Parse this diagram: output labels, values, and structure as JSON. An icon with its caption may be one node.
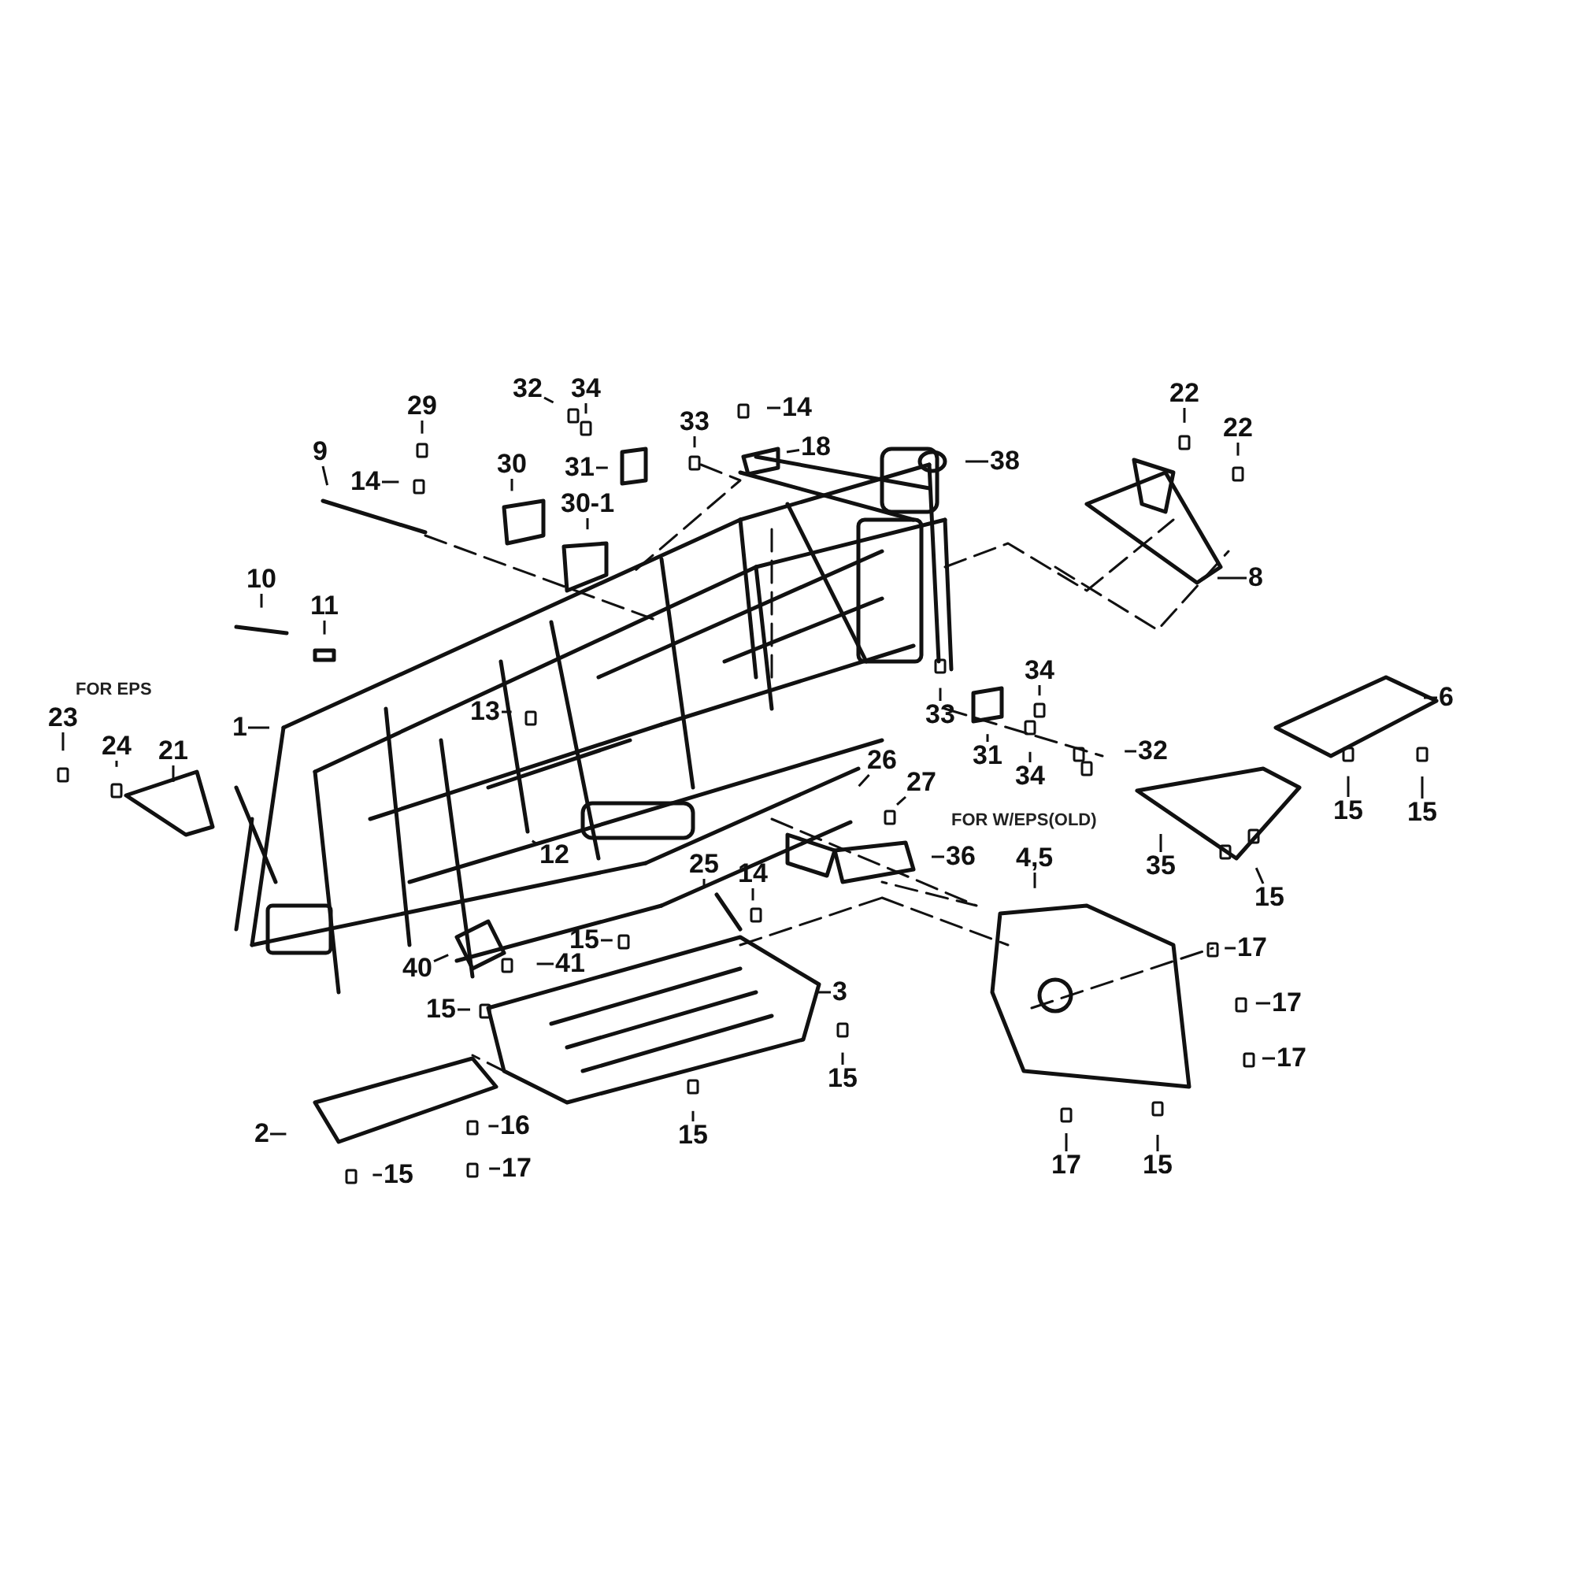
{
  "diagram": {
    "nodes": [
      {
        "text": [
          "29"
        ]
      },
      {
        "text": [
          "9"
        ]
      },
      {
        "text": [
          "14"
        ]
      },
      {
        "text": [
          "30"
        ]
      },
      {
        "text": [
          "32"
        ]
      },
      {
        "text": [
          "34"
        ]
      },
      {
        "text": [
          "31"
        ]
      },
      {
        "text": [
          "33"
        ]
      },
      {
        "text": [
          "30-1"
        ]
      },
      {
        "text": [
          "14"
        ]
      },
      {
        "text": [
          "18"
        ]
      },
      {
        "text": [
          "38"
        ]
      },
      {
        "text": [
          "22"
        ]
      },
      {
        "text": [
          "22"
        ]
      },
      {
        "text": [
          "8"
        ]
      },
      {
        "text": [
          "10"
        ]
      },
      {
        "text": [
          "11"
        ]
      },
      {
        "text": [
          "23"
        ]
      },
      {
        "text": [
          "24"
        ]
      },
      {
        "text": [
          "21"
        ]
      },
      {
        "text": [
          "1"
        ]
      },
      {
        "text": [
          "13"
        ]
      },
      {
        "text": [
          "12"
        ]
      },
      {
        "text": [
          "33"
        ]
      },
      {
        "text": [
          "31"
        ]
      },
      {
        "text": [
          "34"
        ]
      },
      {
        "text": [
          "34"
        ]
      },
      {
        "text": [
          "32"
        ]
      },
      {
        "text": [
          "6"
        ]
      },
      {
        "text": [
          "26"
        ]
      },
      {
        "text": [
          "27"
        ]
      },
      {
        "text": [
          "36"
        ]
      },
      {
        "text": [
          "4,5"
        ]
      },
      {
        "text": [
          "35"
        ]
      },
      {
        "text": [
          "15"
        ]
      },
      {
        "text": [
          "15"
        ]
      },
      {
        "text": [
          "15"
        ]
      },
      {
        "text": [
          "25"
        ]
      },
      {
        "text": [
          "14"
        ]
      },
      {
        "text": [
          "15"
        ]
      },
      {
        "text": [
          "3"
        ]
      },
      {
        "text": [
          "15"
        ]
      },
      {
        "text": [
          "40"
        ]
      },
      {
        "text": [
          "41"
        ]
      },
      {
        "text": [
          "15"
        ]
      },
      {
        "text": [
          "15"
        ]
      },
      {
        "text": [
          "2"
        ]
      },
      {
        "text": [
          "16"
        ]
      },
      {
        "text": [
          "17"
        ]
      },
      {
        "text": [
          "15"
        ]
      },
      {
        "text": [
          "17"
        ]
      },
      {
        "text": [
          "17"
        ]
      },
      {
        "text": [
          "17"
        ]
      },
      {
        "text": [
          "17"
        ]
      },
      {
        "text": [
          "15"
        ]
      }
    ],
    "edges": [
      {
        "from": 0,
        "to": null,
        "arrow": "none"
      },
      {
        "from": 1,
        "to": null,
        "arrow": "none"
      },
      {
        "from": 2,
        "to": null,
        "arrow": "none"
      },
      {
        "from": 3,
        "to": null,
        "arrow": "none"
      },
      {
        "from": 4,
        "to": null,
        "arrow": "none"
      },
      {
        "from": 5,
        "to": null,
        "arrow": "none"
      },
      {
        "from": 6,
        "to": null,
        "arrow": "none"
      },
      {
        "from": 7,
        "to": null,
        "arrow": "none"
      },
      {
        "from": 8,
        "to": null,
        "arrow": "none"
      },
      {
        "from": 9,
        "to": null,
        "arrow": "none"
      },
      {
        "from": 10,
        "to": null,
        "arrow": "none"
      },
      {
        "from": 11,
        "to": null,
        "arrow": "none"
      },
      {
        "from": 12,
        "to": null,
        "arrow": "none"
      },
      {
        "from": 13,
        "to": null,
        "arrow": "none"
      },
      {
        "from": 14,
        "to": null,
        "arrow": "none"
      },
      {
        "from": 15,
        "to": null,
        "arrow": "none"
      },
      {
        "from": 16,
        "to": null,
        "arrow": "none"
      },
      {
        "from": 17,
        "to": null,
        "arrow": "none"
      },
      {
        "from": 18,
        "to": null,
        "arrow": "none"
      },
      {
        "from": 19,
        "to": null,
        "arrow": "none"
      },
      {
        "from": 20,
        "to": null,
        "arrow": "none"
      },
      {
        "from": 21,
        "to": null,
        "arrow": "none"
      },
      {
        "from": 22,
        "to": null,
        "arrow": "none"
      },
      {
        "from": 23,
        "to": null,
        "arrow": "none"
      },
      {
        "from": 24,
        "to": null,
        "arrow": "none"
      },
      {
        "from": 25,
        "to": null,
        "arrow": "none"
      },
      {
        "from": 26,
        "to": null,
        "arrow": "none"
      },
      {
        "from": 27,
        "to": null,
        "arrow": "none"
      },
      {
        "from": 28,
        "to": null,
        "arrow": "none"
      },
      {
        "from": 29,
        "to": null,
        "arrow": "none"
      },
      {
        "from": 30,
        "to": null,
        "arrow": "none"
      },
      {
        "from": 31,
        "to": null,
        "arrow": "none"
      },
      {
        "from": 32,
        "to": null,
        "arrow": "none"
      },
      {
        "from": 33,
        "to": null,
        "arrow": "none"
      },
      {
        "from": 34,
        "to": null,
        "arrow": "none"
      },
      {
        "from": 35,
        "to": null,
        "arrow": "none"
      },
      {
        "from": 36,
        "to": null,
        "arrow": "none"
      },
      {
        "from": 37,
        "to": null,
        "arrow": "none"
      },
      {
        "from": 38,
        "to": null,
        "arrow": "none"
      },
      {
        "from": 39,
        "to": null,
        "arrow": "none"
      },
      {
        "from": 40,
        "to": null,
        "arrow": "none"
      },
      {
        "from": 41,
        "to": null,
        "arrow": "none"
      },
      {
        "from": 42,
        "to": null,
        "arrow": "none"
      },
      {
        "from": 43,
        "to": null,
        "arrow": "none"
      },
      {
        "from": 44,
        "to": null,
        "arrow": "none"
      },
      {
        "from": 45,
        "to": null,
        "arrow": "none"
      },
      {
        "from": 46,
        "to": null,
        "arrow": "none"
      },
      {
        "from": 47,
        "to": null,
        "arrow": "none"
      },
      {
        "from": 48,
        "to": null,
        "arrow": "none"
      },
      {
        "from": 49,
        "to": null,
        "arrow": "none"
      },
      {
        "from": 50,
        "to": null,
        "arrow": "none"
      },
      {
        "from": 51,
        "to": null,
        "arrow": "none"
      },
      {
        "from": 52,
        "to": null,
        "arrow": "none"
      },
      {
        "from": 53,
        "to": null,
        "arrow": "none"
      },
      {
        "from": 54,
        "to": null,
        "arrow": "none"
      }
    ],
    "labels": [
      "FOR EPS",
      "FOR W/EPS(OLD)"
    ]
  }
}
